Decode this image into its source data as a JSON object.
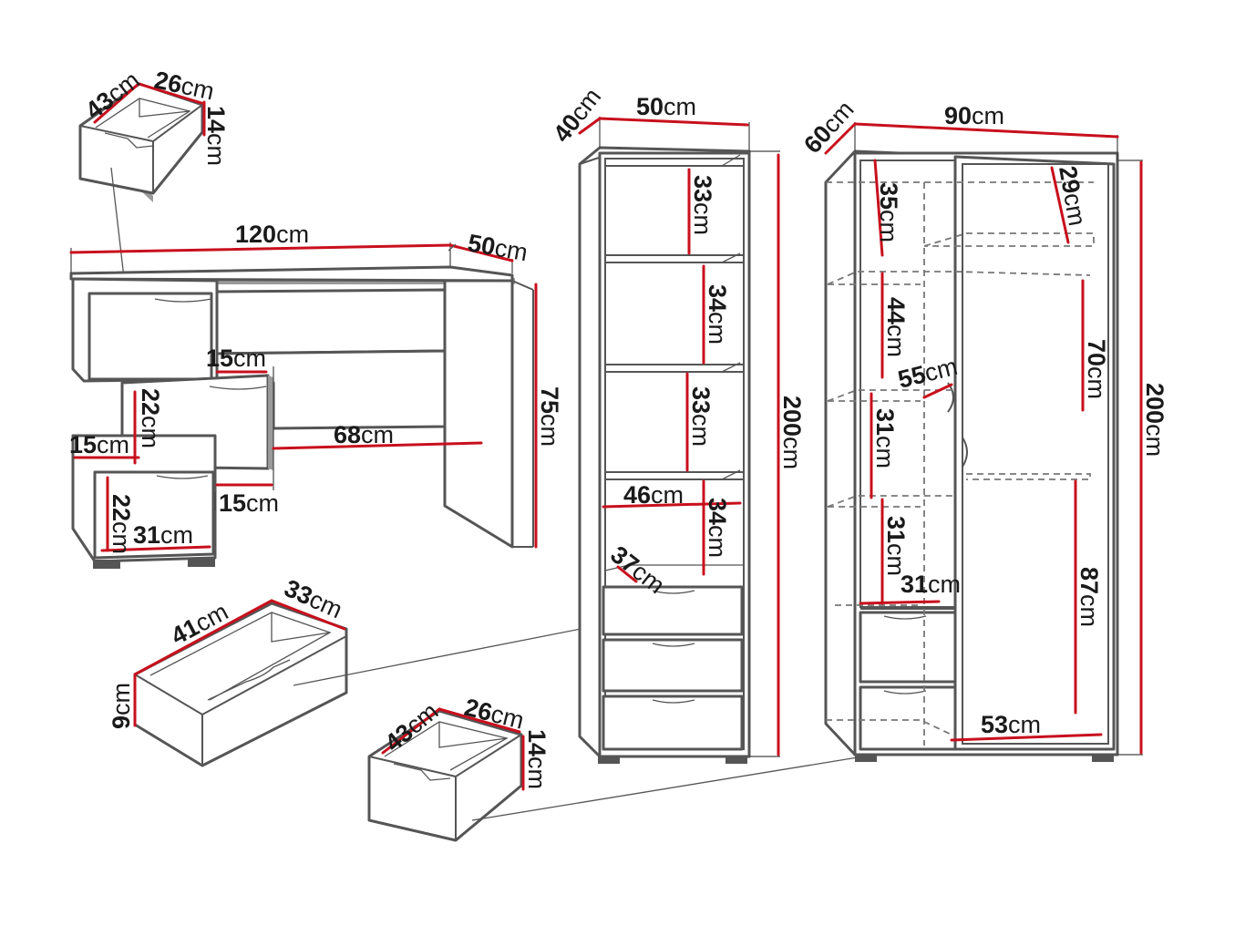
{
  "dimensions": {
    "top_drawer": {
      "depth": "43",
      "width": "26",
      "height": "14"
    },
    "desk": {
      "width": "120",
      "depth": "50",
      "height": "75",
      "leg_gap": "68",
      "step_top": "15",
      "step_left": "15",
      "step_bottom": "15",
      "drawer_middle_h": "22",
      "drawer_bottom_h": "22",
      "drawer_bottom_w": "31"
    },
    "desk_drawer_large": {
      "length": "41",
      "width": "33",
      "height": "9"
    },
    "bookcase_drawer": {
      "depth": "43",
      "width": "26",
      "height": "14"
    },
    "bookcase": {
      "width": "50",
      "depth": "40",
      "height": "200",
      "shelf_1": "33",
      "shelf_2": "34",
      "shelf_3": "33",
      "shelf_4": "34",
      "inner_width": "46",
      "drawer_depth": "37"
    },
    "wardrobe": {
      "width": "90",
      "depth": "60",
      "height": "200",
      "left_1": "35",
      "left_2": "44",
      "left_3": "31",
      "left_4": "31",
      "left_width": "31",
      "right_top": "29",
      "hang_1": "70",
      "hang_2": "87",
      "door_depth": "55",
      "right_width": "53"
    }
  },
  "unit": "cm"
}
